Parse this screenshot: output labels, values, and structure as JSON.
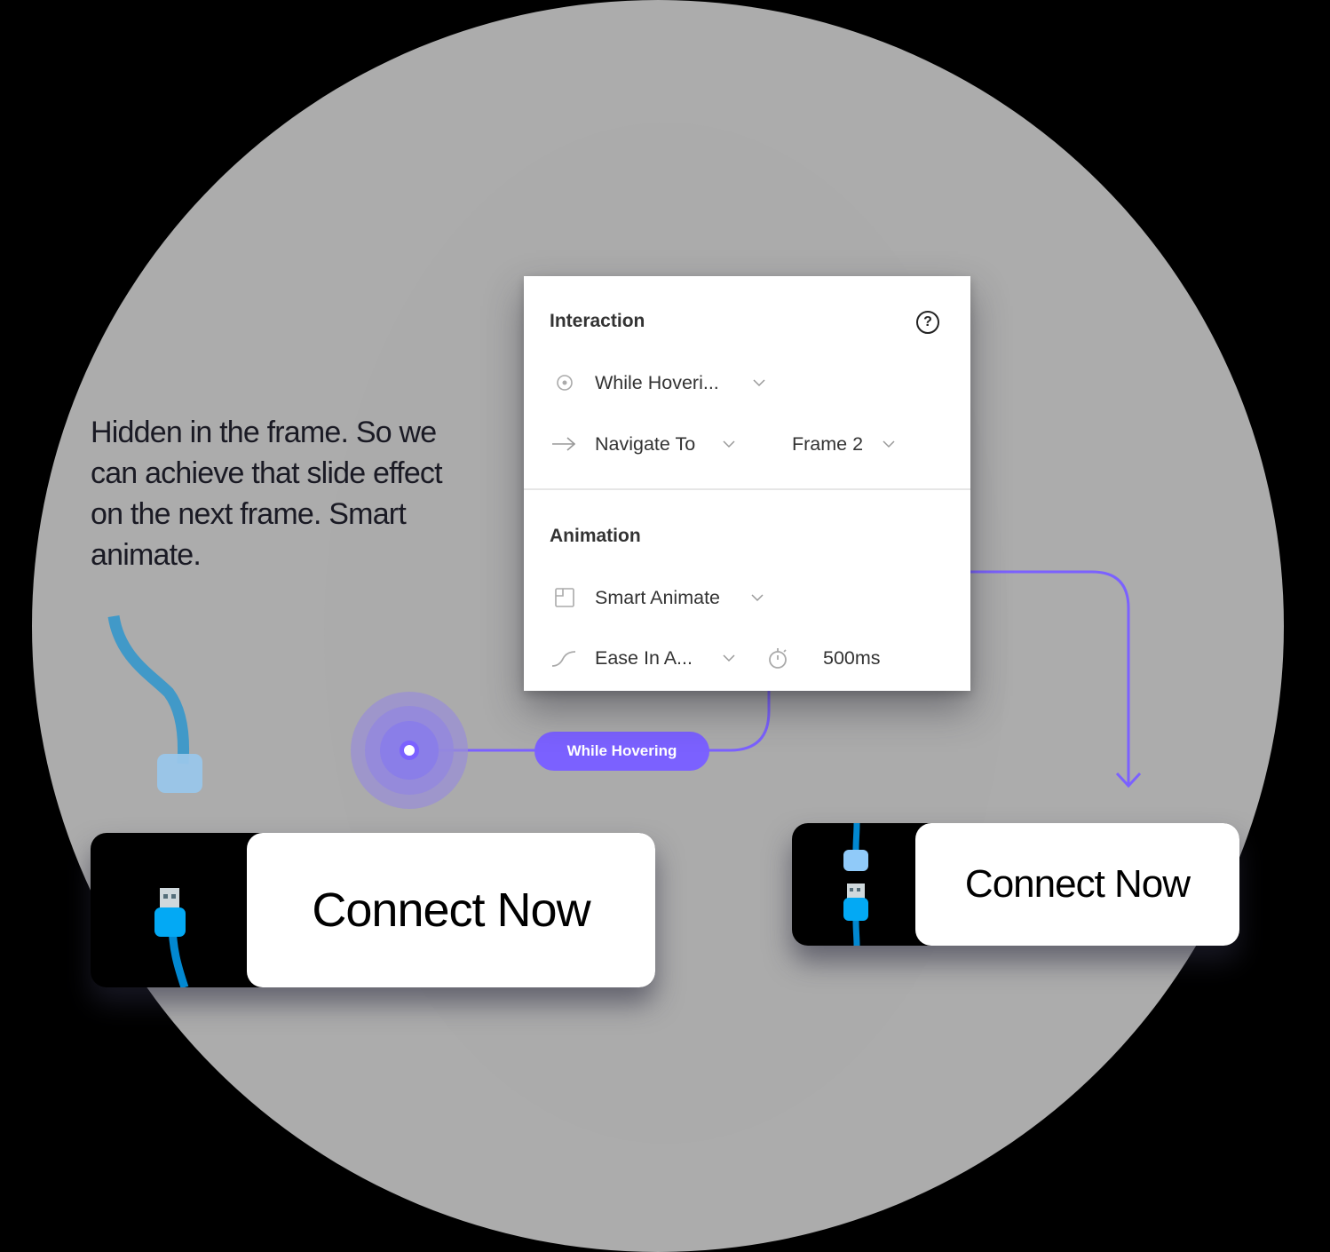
{
  "interaction_panel": {
    "interaction_title": "Interaction",
    "help_icon": "?",
    "trigger": {
      "icon": "target-icon",
      "label": "While Hoveri..."
    },
    "action": {
      "icon": "arrow-right-icon",
      "label": "Navigate To",
      "destination": "Frame 2"
    },
    "animation_title": "Animation",
    "animation_type": {
      "icon": "smart-animate-icon",
      "label": "Smart Animate"
    },
    "easing": {
      "icon": "ease-curve-icon",
      "label": "Ease In A..."
    },
    "duration": {
      "icon": "stopwatch-icon",
      "value": "500ms"
    }
  },
  "annotation": {
    "text": "Hidden in the frame. So we can achieve that slide effect on the next frame. Smart animate."
  },
  "connection": {
    "label": "While Hovering",
    "accent_color": "#7b61ff"
  },
  "frame1": {
    "button_label": "Connect Now"
  },
  "frame2": {
    "button_label": "Connect Now"
  },
  "colors": {
    "background": "#000000",
    "circle": "#acacac",
    "usb_blue": "#03a9f4",
    "cable_blue": "#0288d1",
    "usb_light": "#90caf9"
  }
}
